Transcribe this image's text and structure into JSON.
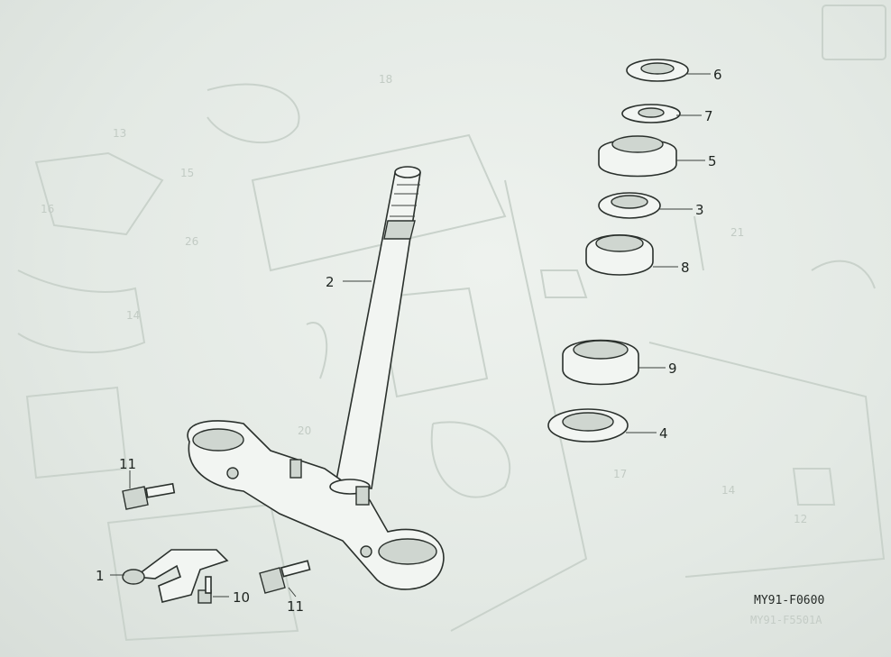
{
  "callouts": {
    "c1": "1",
    "c2": "2",
    "c3": "3",
    "c4": "4",
    "c5": "5",
    "c6": "6",
    "c7": "7",
    "c8": "8",
    "c9": "9",
    "c10": "10",
    "c11a": "11",
    "c11b": "11"
  },
  "figure_code": "MY91-F0600",
  "ghost_labels": {
    "g1": "18",
    "g2": "21",
    "g3": "26",
    "g4": "14",
    "g5": "12",
    "g6": "14",
    "g7": "17",
    "g8": "20",
    "g9": "16",
    "g10": "15",
    "g11": "13"
  },
  "colors": {
    "background": "#e9eeea",
    "line": "#2a302c",
    "ghost": "#c9d2cb"
  }
}
